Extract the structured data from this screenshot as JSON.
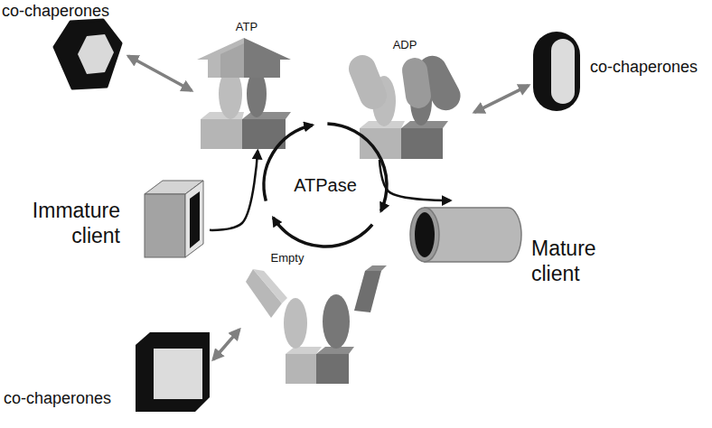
{
  "diagram": {
    "nodes": [
      {
        "text": [
          "co-chaperones"
        ]
      },
      {
        "text": [
          "ATP"
        ]
      },
      {
        "text": [
          "ADP"
        ]
      },
      {
        "text": [
          "co-chaperones"
        ]
      },
      {
        "text": [
          "Immature client"
        ]
      },
      {
        "text": [
          "Mature client"
        ]
      },
      {
        "text": [
          "Empty"
        ]
      },
      {
        "text": [
          "co-chaperones"
        ]
      }
    ],
    "edges": [
      {
        "from": 0,
        "to": 1,
        "arrow": "both"
      },
      {
        "from": 2,
        "to": 3,
        "arrow": "both"
      },
      {
        "from": 6,
        "to": 7,
        "arrow": "both"
      },
      {
        "from": 4,
        "to": 1,
        "arrow": "to"
      },
      {
        "from": 2,
        "to": 5,
        "arrow": "to"
      }
    ],
    "labels": [
      "ATPase"
    ]
  }
}
